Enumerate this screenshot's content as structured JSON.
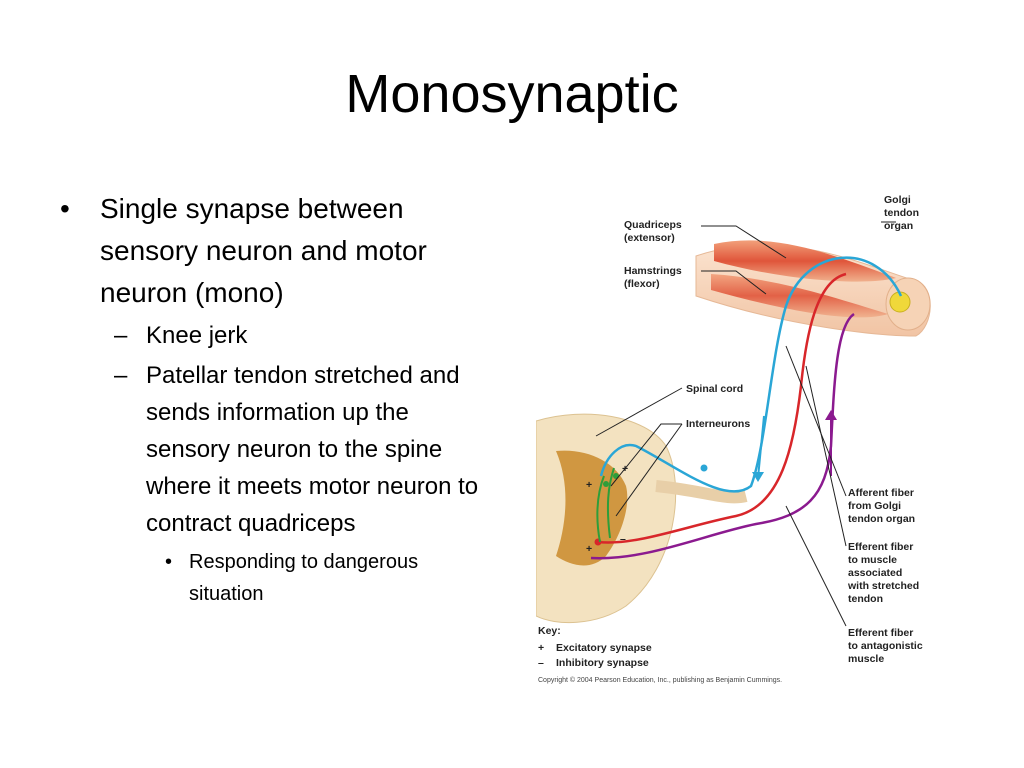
{
  "slide": {
    "title": "Monosynaptic",
    "bullets": [
      {
        "marker": "•",
        "text": "Single synapse between sensory neuron and motor neuron (mono)",
        "sub": [
          {
            "marker": "–",
            "text": "Knee jerk"
          },
          {
            "marker": "–",
            "text": "Patellar tendon stretched and sends information up the sensory neuron to the spine where it meets motor neuron to contract quadriceps",
            "sub": [
              {
                "marker": "•",
                "text": "Responding to dangerous situation"
              }
            ]
          }
        ]
      }
    ]
  },
  "figure": {
    "labels": {
      "golgi_1": "Golgi",
      "golgi_2": "tendon",
      "golgi_3": "organ",
      "quad_1": "Quadriceps",
      "quad_2": "(extensor)",
      "ham_1": "Hamstrings",
      "ham_2": "(flexor)",
      "spinal_cord": "Spinal cord",
      "interneurons": "Interneurons",
      "aff_1": "Afferent fiber",
      "aff_2": "from Golgi",
      "aff_3": "tendon organ",
      "eff_1": "Efferent fiber",
      "eff_2": "to muscle",
      "eff_3": "associated",
      "eff_4": "with stretched",
      "eff_5": "tendon",
      "ant_1": "Efferent fiber",
      "ant_2": "to antagonistic",
      "ant_3": "muscle"
    },
    "key": {
      "title": "Key:",
      "excitatory_symbol": "+",
      "excitatory_label": "Excitatory synapse",
      "inhibitory_symbol": "–",
      "inhibitory_label": "Inhibitory synapse"
    },
    "copyright": "Copyright © 2004 Pearson Education, Inc., publishing as Benjamin Cummings.",
    "colors": {
      "sensory_fiber": "#2aa6d6",
      "motor_fiber": "#d8262a",
      "antagonist_fiber": "#8b1a8f",
      "interneuron": "#2e9e3a",
      "muscle": "#e0553a",
      "gray_matter": "#c98a2a",
      "white_matter": "#f3e2c0"
    }
  }
}
